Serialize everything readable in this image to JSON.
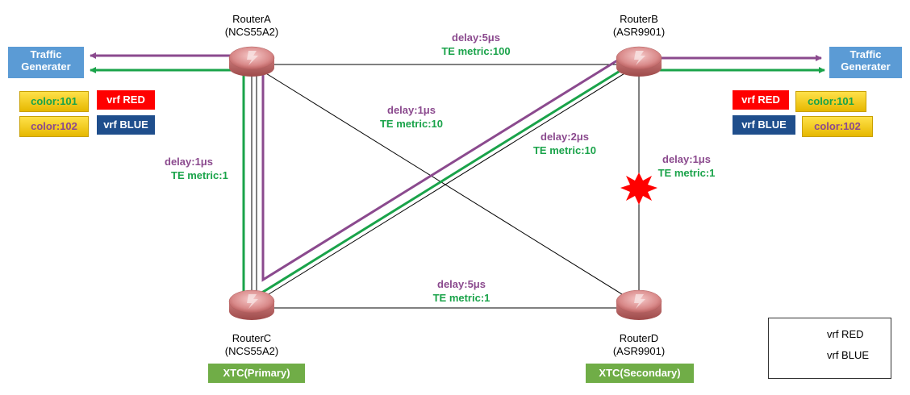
{
  "routers": {
    "a": {
      "name": "RouterA",
      "model": "(NCS55A2)"
    },
    "b": {
      "name": "RouterB",
      "model": "(ASR9901)"
    },
    "c": {
      "name": "RouterC",
      "model": "(NCS55A2)"
    },
    "d": {
      "name": "RouterD",
      "model": "(ASR9901)"
    }
  },
  "links": {
    "ab": {
      "delay": "delay:5μs",
      "metric": "TE metric:100"
    },
    "ad": {
      "delay": "delay:1μs",
      "metric": "TE metric:10"
    },
    "cb": {
      "delay": "delay:2μs",
      "metric": "TE metric:10"
    },
    "ac": {
      "delay": "delay:1μs",
      "metric": "TE metric:1"
    },
    "bd": {
      "delay": "delay:1μs",
      "metric": "TE metric:1"
    },
    "cd": {
      "delay": "delay:5μs",
      "metric": "TE metric:1"
    }
  },
  "traffic_generator": {
    "line1": "Traffic",
    "line2": "Generater"
  },
  "left_boxes": {
    "color101": "color:101",
    "color102": "color:102",
    "vrf_red": "vrf RED",
    "vrf_blue": "vrf BLUE"
  },
  "right_boxes": {
    "vrf_red": "vrf RED",
    "vrf_blue": "vrf BLUE",
    "color101": "color:101",
    "color102": "color:102"
  },
  "xtc": {
    "primary": "XTC(Primary)",
    "secondary": "XTC(Secondary)"
  },
  "legend": {
    "red": "vrf RED",
    "blue": "vrf BLUE"
  },
  "colors": {
    "vrf_red_path": "#1aa34a",
    "vrf_blue_path": "#8b4a8e",
    "link": "#000000",
    "failure": "#ff0000"
  },
  "icons": [
    "router-icon",
    "failure-burst-icon",
    "arrow-icon"
  ]
}
